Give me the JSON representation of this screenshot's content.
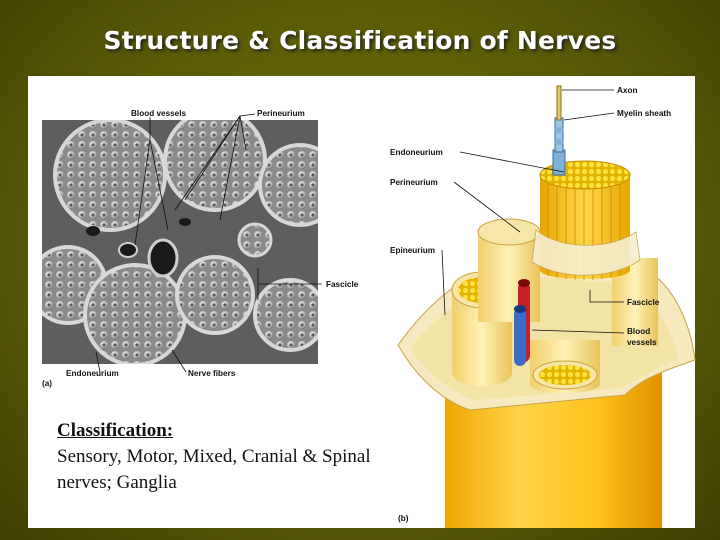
{
  "slide": {
    "title": "Structure & Classification of Nerves",
    "background_color": "#5b5c06",
    "classification_heading": "Classification:",
    "classification_text": "Sensory, Motor, Mixed, Cranial & Spinal nerves; Ganglia"
  },
  "figure_a": {
    "panel_label": "(a)",
    "labels": {
      "blood_vessels": "Blood vessels",
      "perineurium": "Perineurium",
      "fascicle": "Fascicle",
      "endoneurium": "Endoneurium",
      "nerve_fibers": "Nerve fibers"
    }
  },
  "figure_b": {
    "panel_label": "(b)",
    "labels": {
      "axon": "Axon",
      "myelin_sheath": "Myelin sheath",
      "endoneurium": "Endoneurium",
      "perineurium": "Perineurium",
      "epineurium": "Epineurium",
      "fascicle": "Fascicle",
      "blood_vessels_line1": "Blood",
      "blood_vessels_line2": "vessels"
    }
  }
}
